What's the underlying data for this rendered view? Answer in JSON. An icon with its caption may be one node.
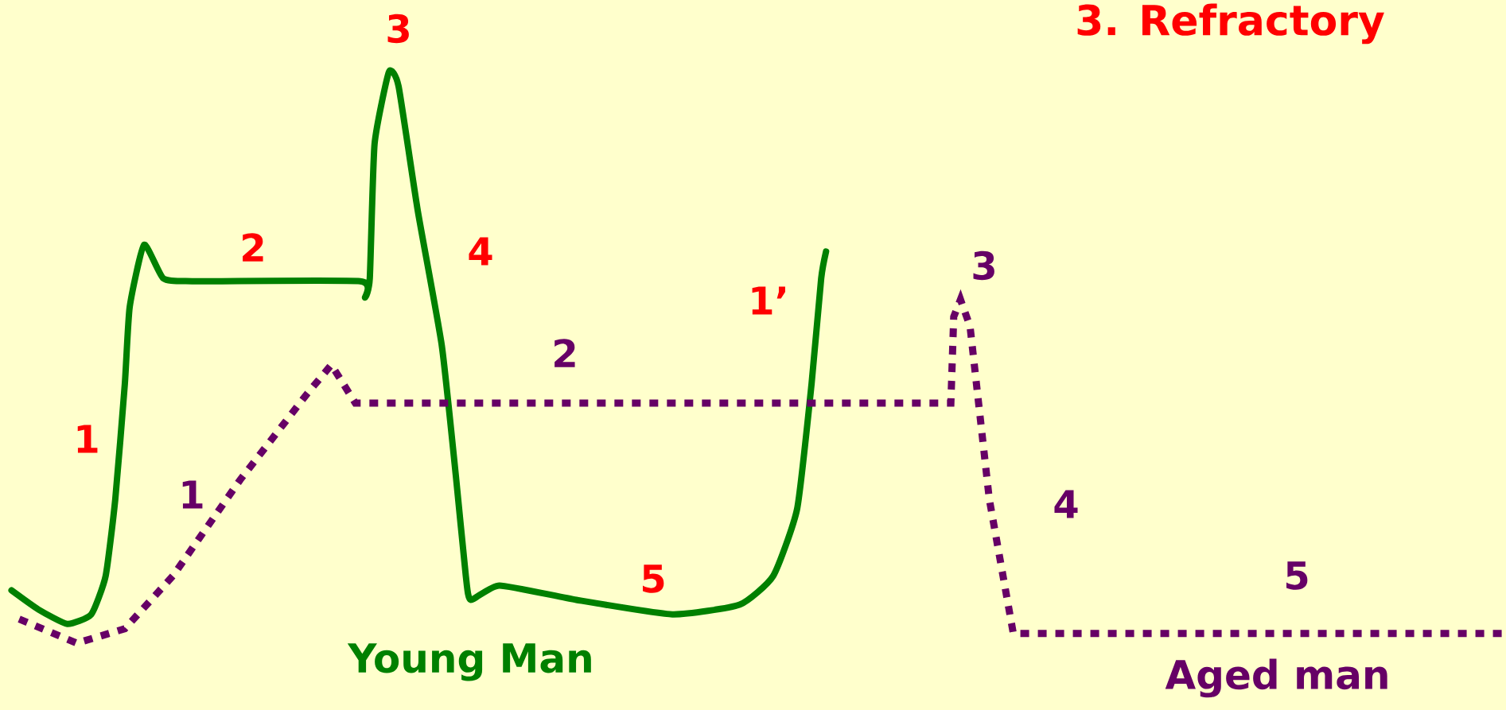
{
  "diagram": {
    "labels": [
      "3",
      "3. Refractory",
      "2",
      "4",
      "3",
      "1’",
      "2",
      "1",
      "1",
      "4",
      "5",
      "5",
      "Young Man",
      "Aged man"
    ]
  }
}
